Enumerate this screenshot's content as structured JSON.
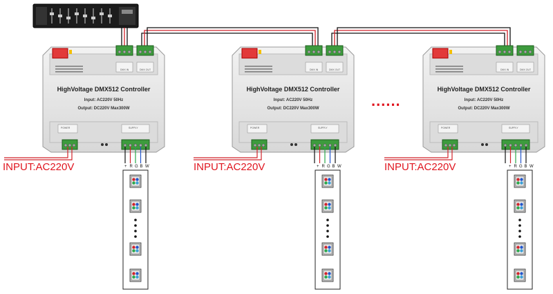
{
  "controller": {
    "title": "HighVoltage DMX512 Controller",
    "input_spec": "Input: AC220V 50Hz",
    "output_spec": "Output: DC220V Max300W",
    "dmx_in_label": "DMX IN",
    "dmx_out_label": "DMX OUT",
    "power_label": "POWER",
    "supply_label": "SUPPLY"
  },
  "power_input_label": "INPUT:AC220V",
  "strip_channels": [
    "+",
    "R",
    "G",
    "B",
    "W"
  ],
  "ellipsis": "......",
  "colors": {
    "red_wire": "#d2232a",
    "green_wire": "#2aa84a",
    "blue_wire": "#2255cc",
    "black_wire": "#111111",
    "connector_green": "#3d9b3d",
    "dip_red": "#e23a3a",
    "housing": "#e6e6e6"
  }
}
